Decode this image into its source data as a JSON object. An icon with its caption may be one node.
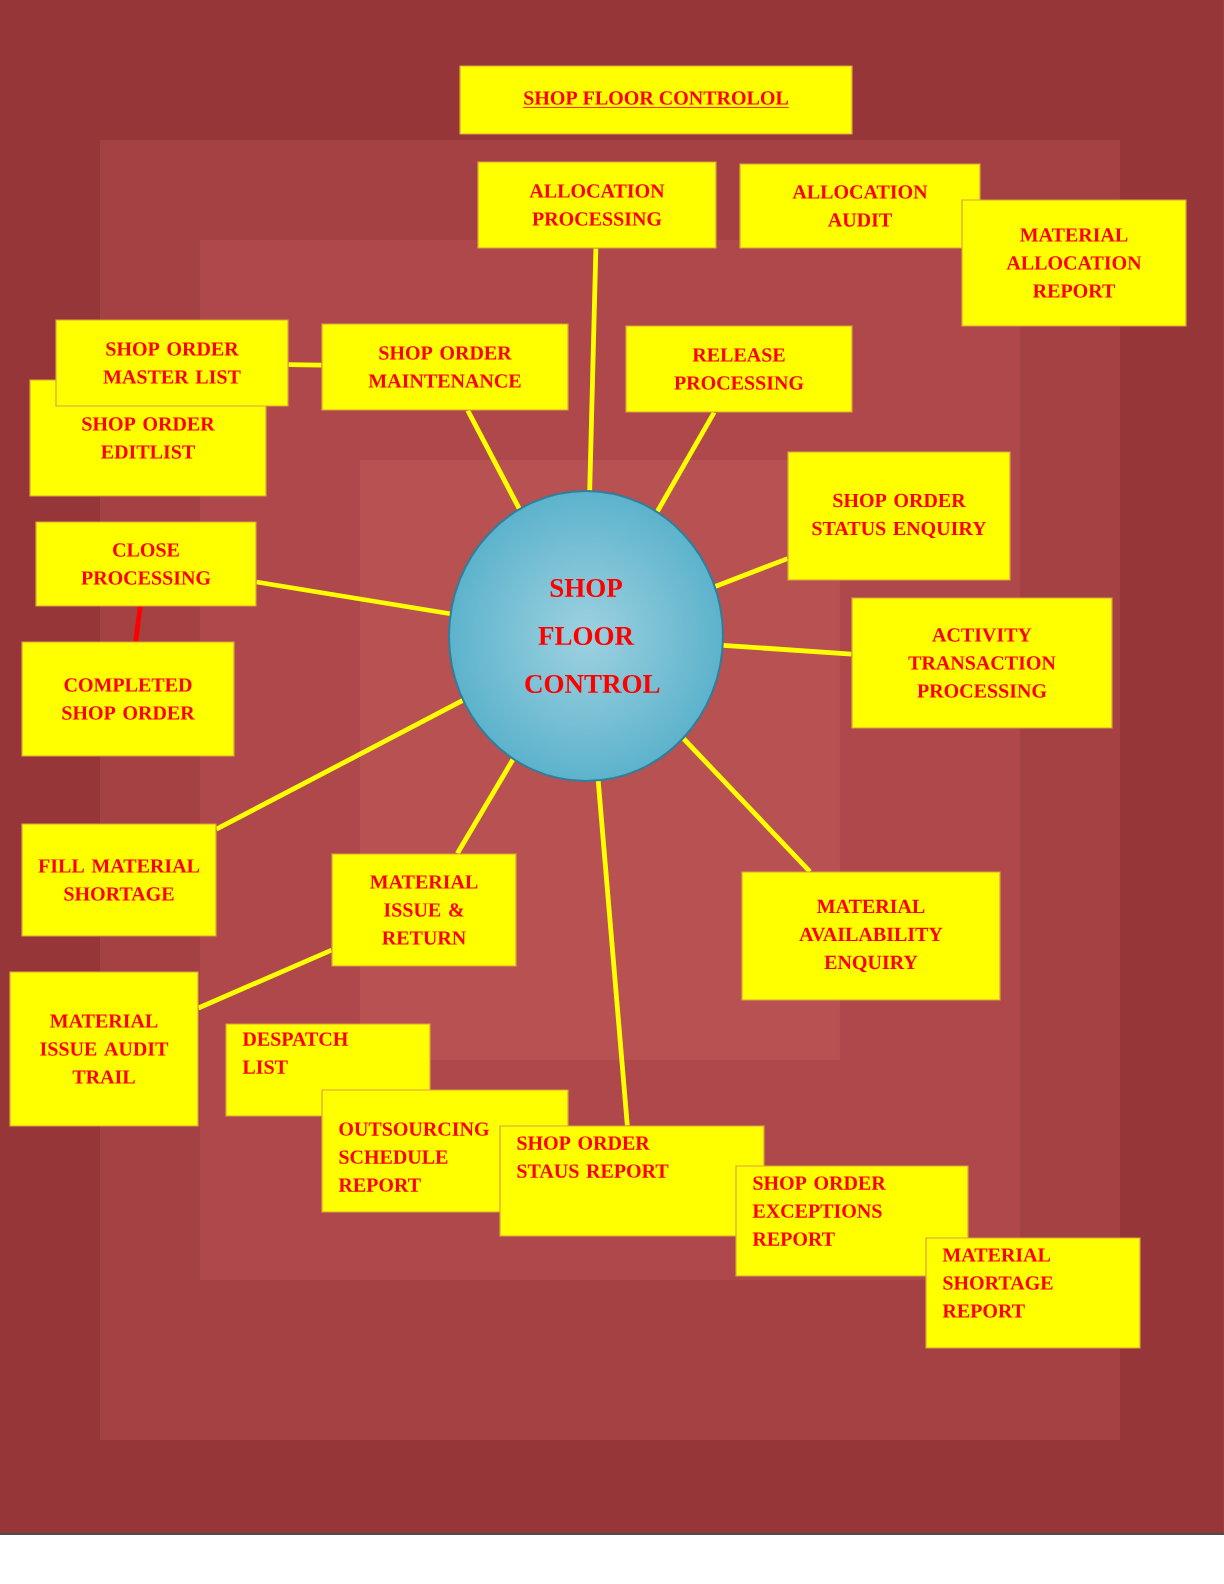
{
  "diagram": {
    "title": "SHOP FLOOR CONTROLOL",
    "nodes": [
      {
        "text": [
          "SHOP FLOOR CONTROL"
        ]
      },
      {
        "text": [
          "ALLOCATION PROCESSING"
        ]
      },
      {
        "text": [
          "ALLOCATION AUDIT"
        ]
      },
      {
        "text": [
          "MATERIAL ALLOCATION REPORT"
        ]
      },
      {
        "text": [
          "SHOP ORDER MASTER LIST"
        ]
      },
      {
        "text": [
          "SHOP ORDER MAINTENANCE"
        ]
      },
      {
        "text": [
          "RELEASE PROCESSING"
        ]
      },
      {
        "text": [
          "SHOP ORDER EDITLIST"
        ]
      },
      {
        "text": [
          "SHOP ORDER STATUS ENQUIRY"
        ]
      },
      {
        "text": [
          "CLOSE PROCESSING"
        ]
      },
      {
        "text": [
          "ACTIVITY TRANSACTION PROCESSING"
        ]
      },
      {
        "text": [
          "COMPLETED SHOP ORDER"
        ]
      },
      {
        "text": [
          "FILL MATERIAL SHORTAGE"
        ]
      },
      {
        "text": [
          "MATERIAL ISSUE & RETURN"
        ]
      },
      {
        "text": [
          "MATERIAL AVAILABILITY ENQUIRY"
        ]
      },
      {
        "text": [
          "MATERIAL ISSUE AUDIT TRAIL"
        ]
      },
      {
        "text": [
          "DESPATCH LIST"
        ]
      },
      {
        "text": [
          "OUTSOURCING SCHEDULE REPORT"
        ]
      },
      {
        "text": [
          "SHOP ORDER STAUS REPORT"
        ]
      },
      {
        "text": [
          "SHOP ORDER EXCEPTIONS REPORT"
        ]
      },
      {
        "text": [
          "MATERIAL SHORTAGE REPORT"
        ]
      }
    ],
    "edges": [
      {
        "from": 0,
        "to": 1,
        "arrow": "none"
      },
      {
        "from": 0,
        "to": 5,
        "arrow": "none"
      },
      {
        "from": 0,
        "to": 6,
        "arrow": "none"
      },
      {
        "from": 0,
        "to": 8,
        "arrow": "none"
      },
      {
        "from": 0,
        "to": 9,
        "arrow": "none"
      },
      {
        "from": 0,
        "to": 10,
        "arrow": "none"
      },
      {
        "from": 0,
        "to": 12,
        "arrow": "none"
      },
      {
        "from": 0,
        "to": 13,
        "arrow": "none"
      },
      {
        "from": 0,
        "to": 14,
        "arrow": "none"
      },
      {
        "from": 0,
        "to": 18,
        "arrow": "none"
      },
      {
        "from": 4,
        "to": 5,
        "arrow": "none"
      },
      {
        "from": 9,
        "to": 11,
        "arrow": "none",
        "color": "#ff0000"
      },
      {
        "from": 13,
        "to": 15,
        "arrow": "none"
      }
    ]
  }
}
